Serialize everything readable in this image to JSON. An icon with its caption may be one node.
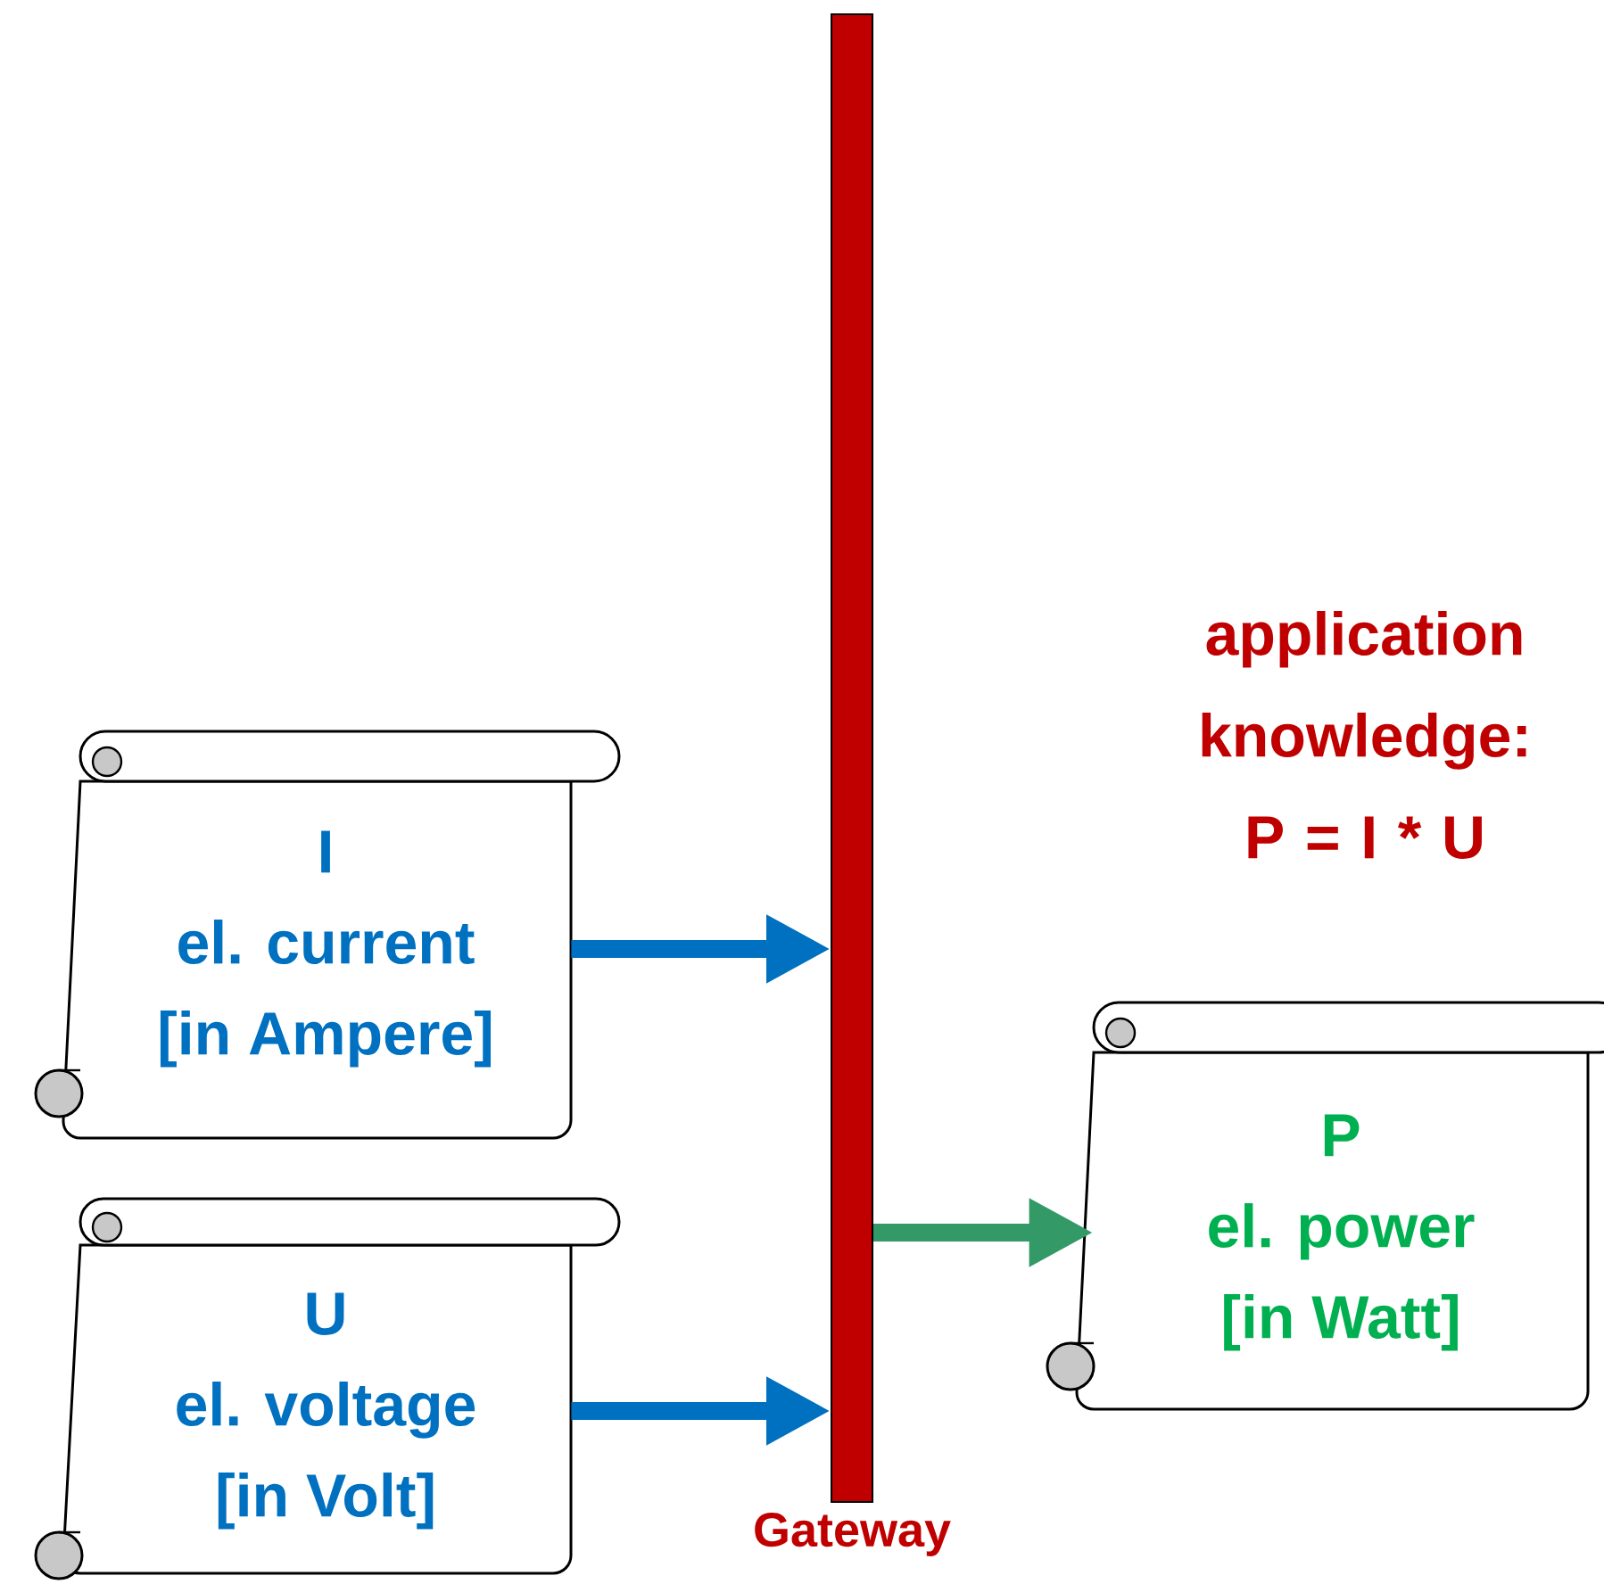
{
  "diagram": {
    "nodes": [
      {
        "text": [
          "I",
          "el. current",
          "[in Ampere]"
        ]
      },
      {
        "text": [
          "U",
          "el. voltage",
          "[in Volt]"
        ]
      },
      {
        "text": [
          "Gateway"
        ]
      },
      {
        "text": [
          "P",
          "el. power",
          "[in Watt]"
        ]
      }
    ],
    "edges": [
      {
        "from": 0,
        "to": 2,
        "arrow": "to"
      },
      {
        "from": 1,
        "to": 2,
        "arrow": "to"
      },
      {
        "from": 2,
        "to": 3,
        "arrow": "to",
        "color": "#339966"
      }
    ],
    "labels": [
      "application knowledge: P = I * U"
    ]
  }
}
